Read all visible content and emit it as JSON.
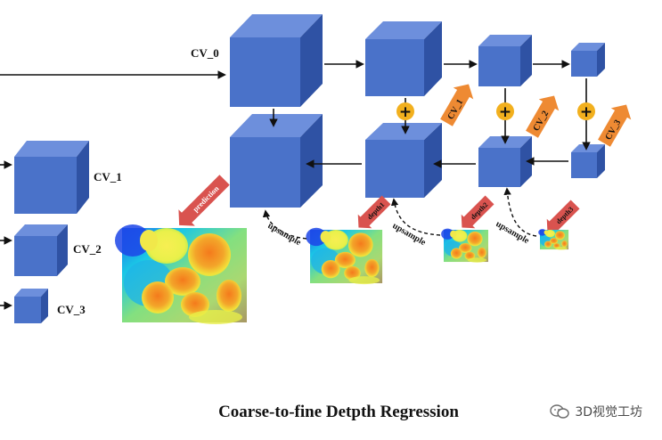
{
  "colors": {
    "cube_front": "#4a72c9",
    "cube_top": "#6d8fdc",
    "cube_side": "#2f52a4",
    "arrow": "#111111",
    "plus_fill": "#f2b01e",
    "tag_red": "#d9534f",
    "tag_orange": "#ee8a33"
  },
  "labels": {
    "cv0": "CV_0",
    "cv1": "CV_1",
    "cv2": "CV_2",
    "cv3": "CV_3",
    "plus": "+",
    "upsample": "upsample"
  },
  "tags": {
    "prediction": "prediction",
    "depth1": "depth1",
    "depth2": "depth2",
    "depth3": "depth3",
    "cv1": "CV_1",
    "cv2": "CV_2",
    "cv3": "CV_3"
  },
  "caption": "Coarse-to-fine Detpth Regression",
  "watermark": "3D视觉工坊",
  "icons": {
    "fusion": "plus-circle-icon",
    "watermark_logo": "wechat-logo-icon"
  }
}
